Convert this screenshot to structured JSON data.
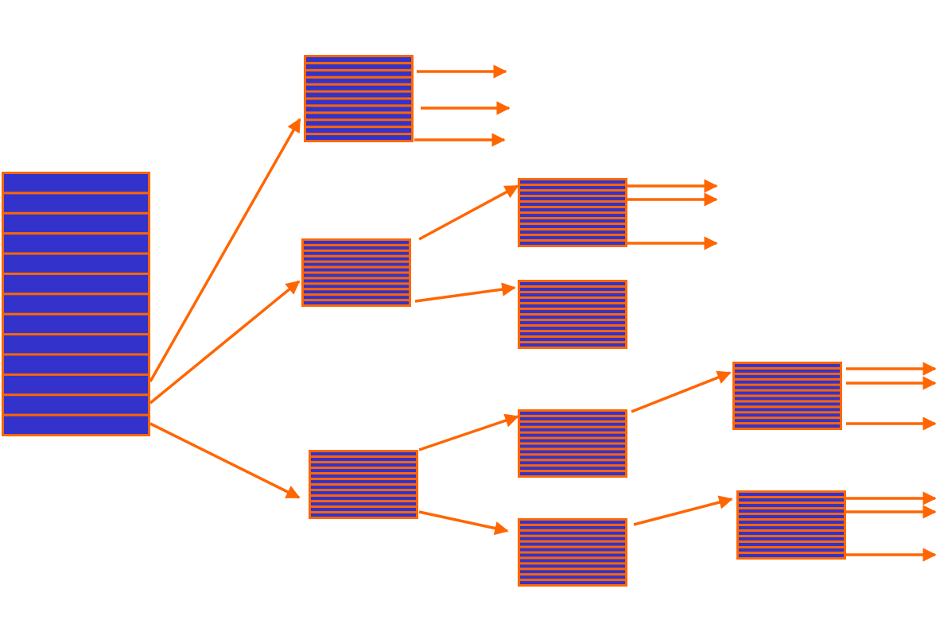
{
  "colors": {
    "background": "#ffffff",
    "block_fill": "#3333cc",
    "stripe": "#ff6600",
    "arrow": "#ff6600"
  },
  "diagram": {
    "type": "tree",
    "description_visible_text": "",
    "nodes": [
      {
        "id": "root",
        "rows": 13
      },
      {
        "id": "n1",
        "rows": 12
      },
      {
        "id": "n2",
        "rows": 12
      },
      {
        "id": "n3",
        "rows": 12
      },
      {
        "id": "n4",
        "rows": 12
      },
      {
        "id": "n5",
        "rows": 12
      },
      {
        "id": "n6",
        "rows": 12
      },
      {
        "id": "n7",
        "rows": 12
      },
      {
        "id": "n8",
        "rows": 12
      },
      {
        "id": "n9",
        "rows": 12
      }
    ],
    "edges": [
      {
        "from": "root",
        "to": "n1"
      },
      {
        "from": "root",
        "to": "n2"
      },
      {
        "from": "root",
        "to": "n3"
      },
      {
        "from": "n2",
        "to": "n4"
      },
      {
        "from": "n2",
        "to": "n5"
      },
      {
        "from": "n3",
        "to": "n6"
      },
      {
        "from": "n3",
        "to": "n7"
      },
      {
        "from": "n6",
        "to": "n8"
      },
      {
        "from": "n7",
        "to": "n9"
      }
    ],
    "outgoing_arrows": [
      {
        "from": "n1",
        "count": 3
      },
      {
        "from": "n4",
        "count": 3
      },
      {
        "from": "n8",
        "count": 3
      },
      {
        "from": "n9",
        "count": 3
      }
    ]
  }
}
